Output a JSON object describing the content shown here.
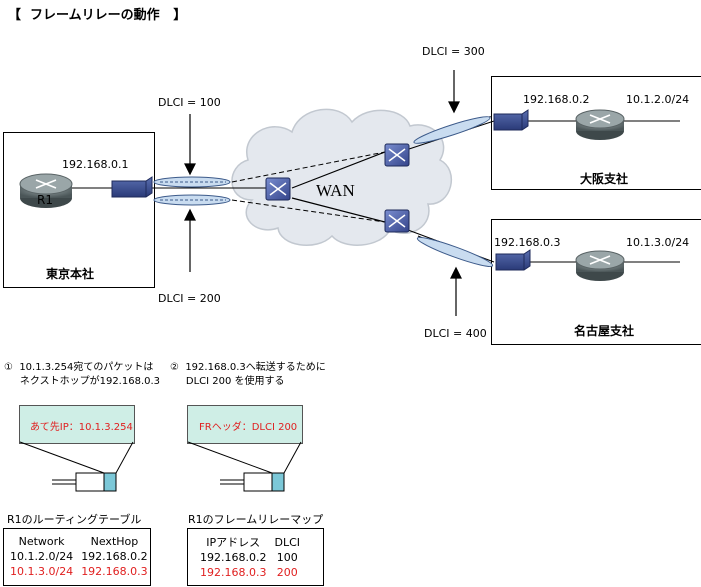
{
  "title": "【  フレームリレーの動作   】",
  "wan_label": "WAN",
  "dlci_labels": {
    "dlci100": "DLCI = 100",
    "dlci200": "DLCI = 200",
    "dlci300": "DLCI = 300",
    "dlci400": "DLCI = 400"
  },
  "sites": {
    "tokyo": {
      "name": "東京本社",
      "router": "R1",
      "ip": "192.168.0.1"
    },
    "osaka": {
      "name": "大阪支社",
      "ip": "192.168.0.2",
      "lan": "10.1.2.0/24"
    },
    "nagoya": {
      "name": "名古屋支社",
      "ip": "192.168.0.3",
      "lan": "10.1.3.0/24"
    }
  },
  "steps": {
    "step1": "①  10.1.3.254宛てのパケットは\n     ネクストホップが192.168.0.3",
    "step2": "②  192.168.0.3へ転送するために\n     DLCI 200 を使用する"
  },
  "packets": {
    "ip_header": "あて先IP：10.1.3.254",
    "fr_header": "FRヘッダ：DLCI 200"
  },
  "routing_table": {
    "caption": "R1のルーティングテーブル",
    "headers": [
      "Network",
      "NextHop"
    ],
    "rows": [
      {
        "cells": [
          "10.1.2.0/24",
          "192.168.0.2"
        ],
        "highlight": false
      },
      {
        "cells": [
          "10.1.3.0/24",
          "192.168.0.3"
        ],
        "highlight": true
      }
    ]
  },
  "fr_map": {
    "caption": "R1のフレームリレーマップ",
    "headers": [
      "IPアドレス",
      "DLCI"
    ],
    "rows": [
      {
        "cells": [
          "192.168.0.2",
          "100"
        ],
        "highlight": false
      },
      {
        "cells": [
          "192.168.0.3",
          "200"
        ],
        "highlight": true
      }
    ]
  },
  "colors": {
    "highlight": "#e02020",
    "packet_fill": "#cfeee6",
    "cloud": "#e4e8ee"
  }
}
